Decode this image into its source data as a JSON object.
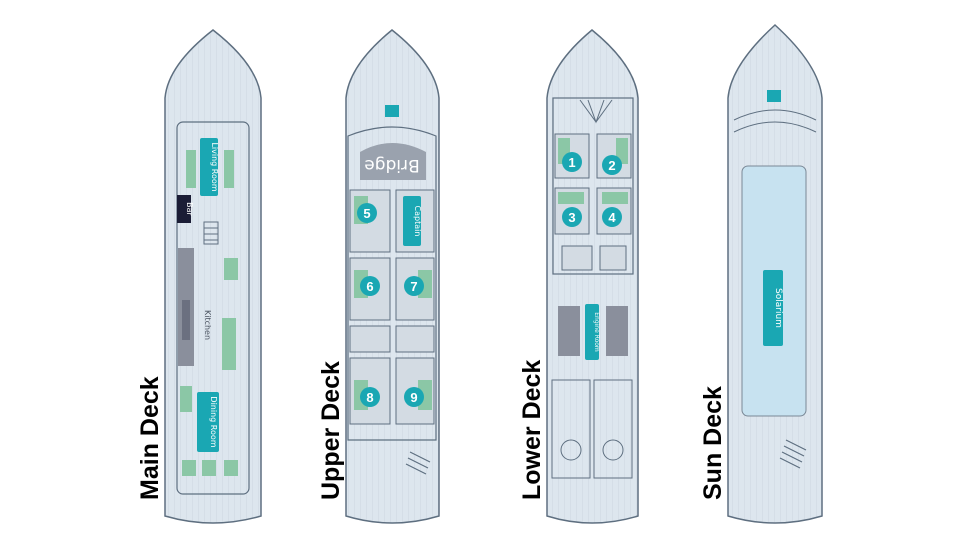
{
  "decks": [
    {
      "title": "Main Deck",
      "rooms": {
        "living_room": "Living Room",
        "bar": "Bar",
        "kitchen": "Kitchen",
        "dining_room": "Dining Room"
      }
    },
    {
      "title": "Upper Deck",
      "rooms": {
        "bridge": "Bridge",
        "captain": "Captain"
      },
      "cabins": [
        "5",
        "6",
        "7",
        "8",
        "9"
      ]
    },
    {
      "title": "Lower Deck",
      "rooms": {
        "engine_room": "Engine Room"
      },
      "cabins": [
        "1",
        "2",
        "3",
        "4"
      ]
    },
    {
      "title": "Sun Deck",
      "rooms": {
        "solarium": "Solarium"
      }
    }
  ],
  "colors": {
    "hull": "#dde6ee",
    "outline": "#5e6f80",
    "accent": "#1aa7b3",
    "pool": "#c7e2f0",
    "kitchen": "#8a8f9c",
    "bar": "#1b1d36",
    "bed": "#8bc7a6",
    "fixture": "#aeb8c3"
  }
}
